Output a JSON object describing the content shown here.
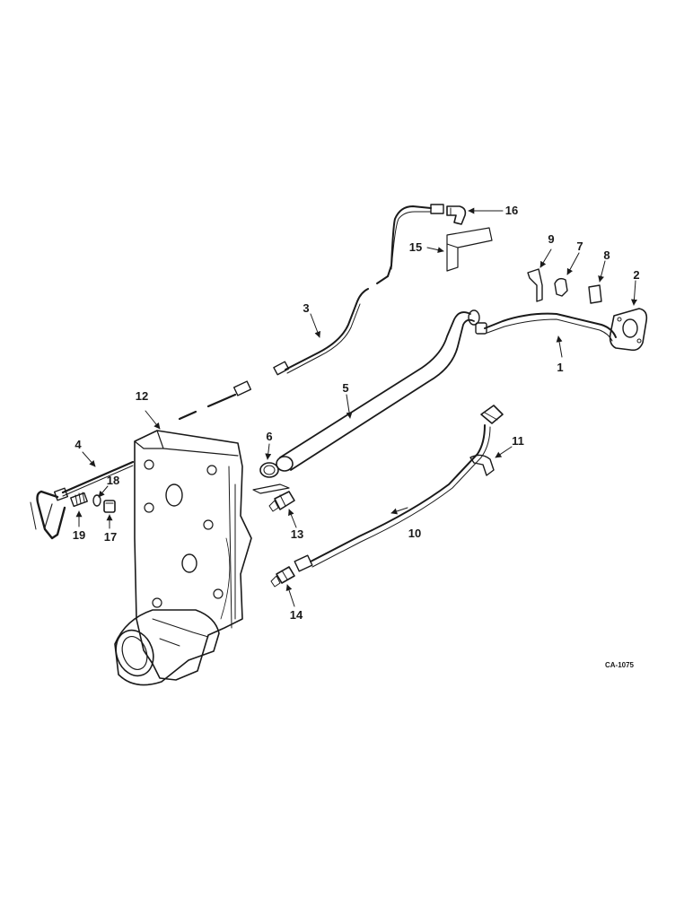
{
  "callouts": {
    "c1": "1",
    "c2": "2",
    "c3": "3",
    "c4": "4",
    "c5": "5",
    "c6": "6",
    "c7": "7",
    "c8": "8",
    "c9": "9",
    "c10": "10",
    "c11": "11",
    "c12": "12",
    "c13": "13",
    "c14": "14",
    "c15": "15",
    "c16": "16",
    "c17": "17",
    "c18": "18",
    "c19": "19"
  },
  "figure_code": "CA-1075"
}
